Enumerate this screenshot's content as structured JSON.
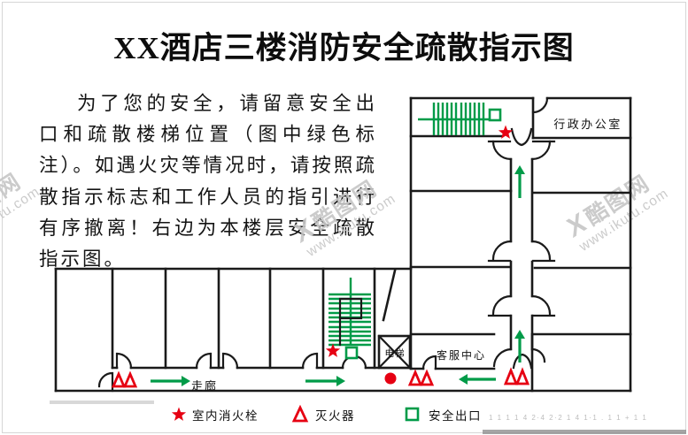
{
  "title": "XX酒店三楼消防安全疏散指示图",
  "intro": "为了您的安全，请留意安全出口和疏散楼梯位置（图中绿色标注）。如遇火灾等情况时，请按照疏散指示标志和工作人员的指引进行有序撤离！右边为本楼层安全疏散指示图。",
  "plan": {
    "labels": {
      "admin_office": "行政办公室",
      "customer_service": "客服中心",
      "elevator": "电梯",
      "corridor": "走廊"
    }
  },
  "legend": {
    "items": [
      {
        "icon": "fire-hydrant-star",
        "label": "室内消火栓"
      },
      {
        "icon": "fire-extinguisher-triangle",
        "label": "灭火器"
      },
      {
        "icon": "safety-exit-square",
        "label": "安全出口"
      }
    ]
  },
  "watermark": {
    "logo": "X",
    "site_name": "酷图网",
    "site_url": "www.ikutu.com"
  },
  "footer_code": "1 1   1 1 4 2·4 2·2 1 4 1·1 . 1   1  +  1 1",
  "colors": {
    "route_green": "#009B48",
    "alarm_red": "#E60012",
    "wall_black": "#1a1a1a",
    "watermark_gray": "#c6c6c6"
  }
}
